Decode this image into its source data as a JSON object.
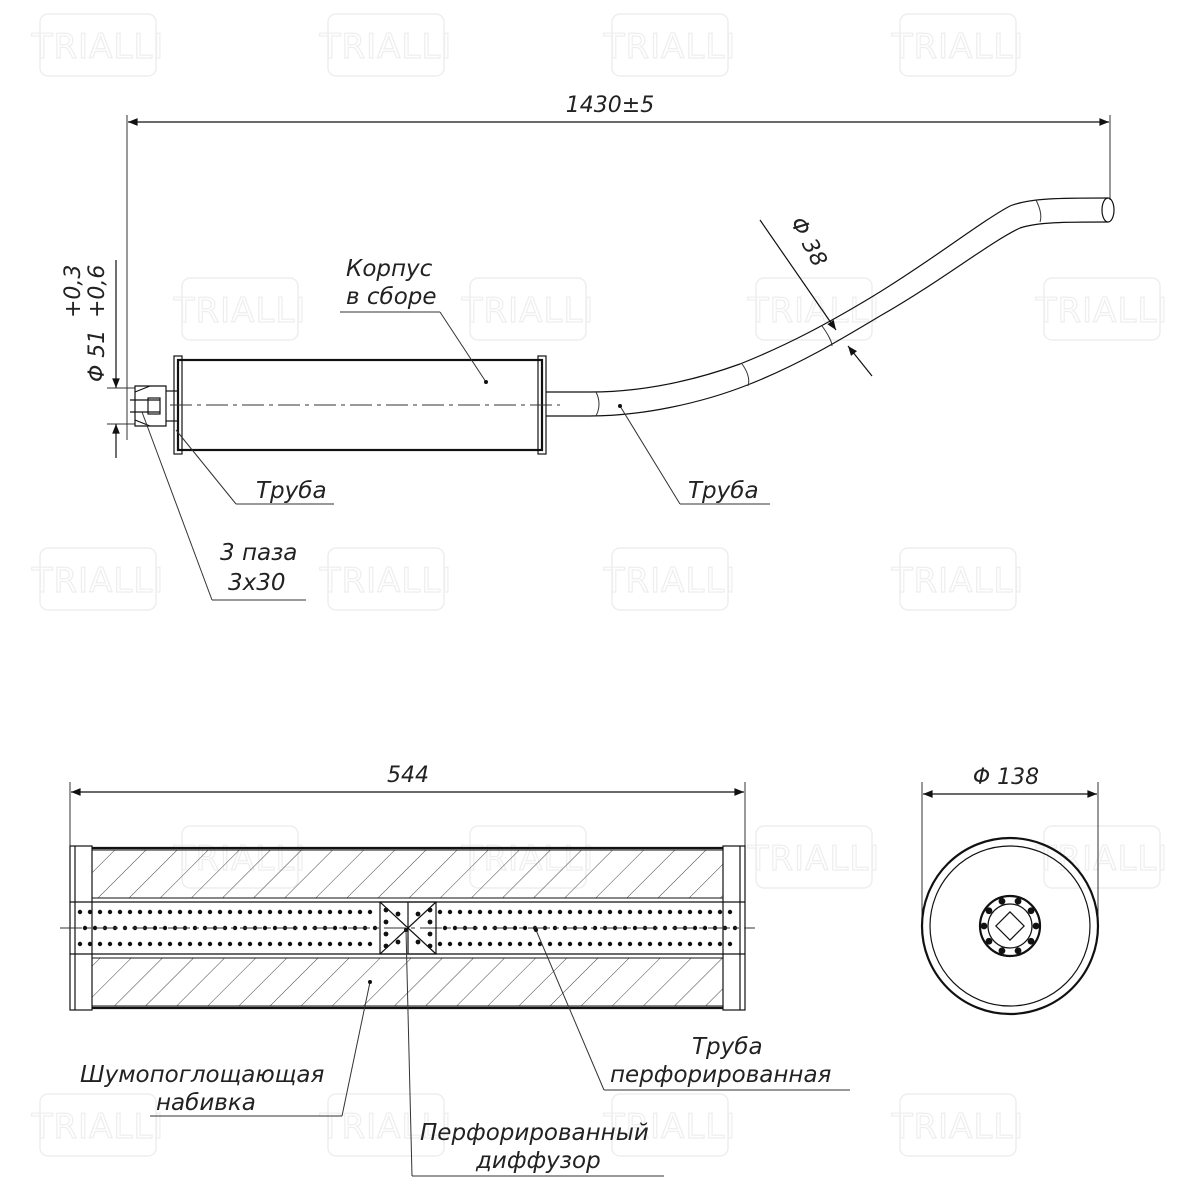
{
  "watermark": {
    "brand": "TRIALLI"
  },
  "dimensions": {
    "overall_length": "1430±5",
    "inlet_diameter": "Φ 51",
    "inlet_tol_upper": "+0,3",
    "inlet_tol_lower": "+0,6",
    "outlet_diameter": "Φ 38",
    "body_length": "544",
    "body_diameter": "Φ 138"
  },
  "callouts": {
    "body_assembly_line1": "Корпус",
    "body_assembly_line2": "в сборе",
    "inlet_pipe": "Труба",
    "outlet_pipe": "Труба",
    "slots_line1": "3 паза",
    "slots_line2": "3х30",
    "packing_line1": "Шумопоглощающая",
    "packing_line2": "набивка",
    "perf_pipe_line1": "Труба",
    "perf_pipe_line2": "перфорированная",
    "diffuser_line1": "Перфорированный",
    "diffuser_line2": "диффузор"
  }
}
